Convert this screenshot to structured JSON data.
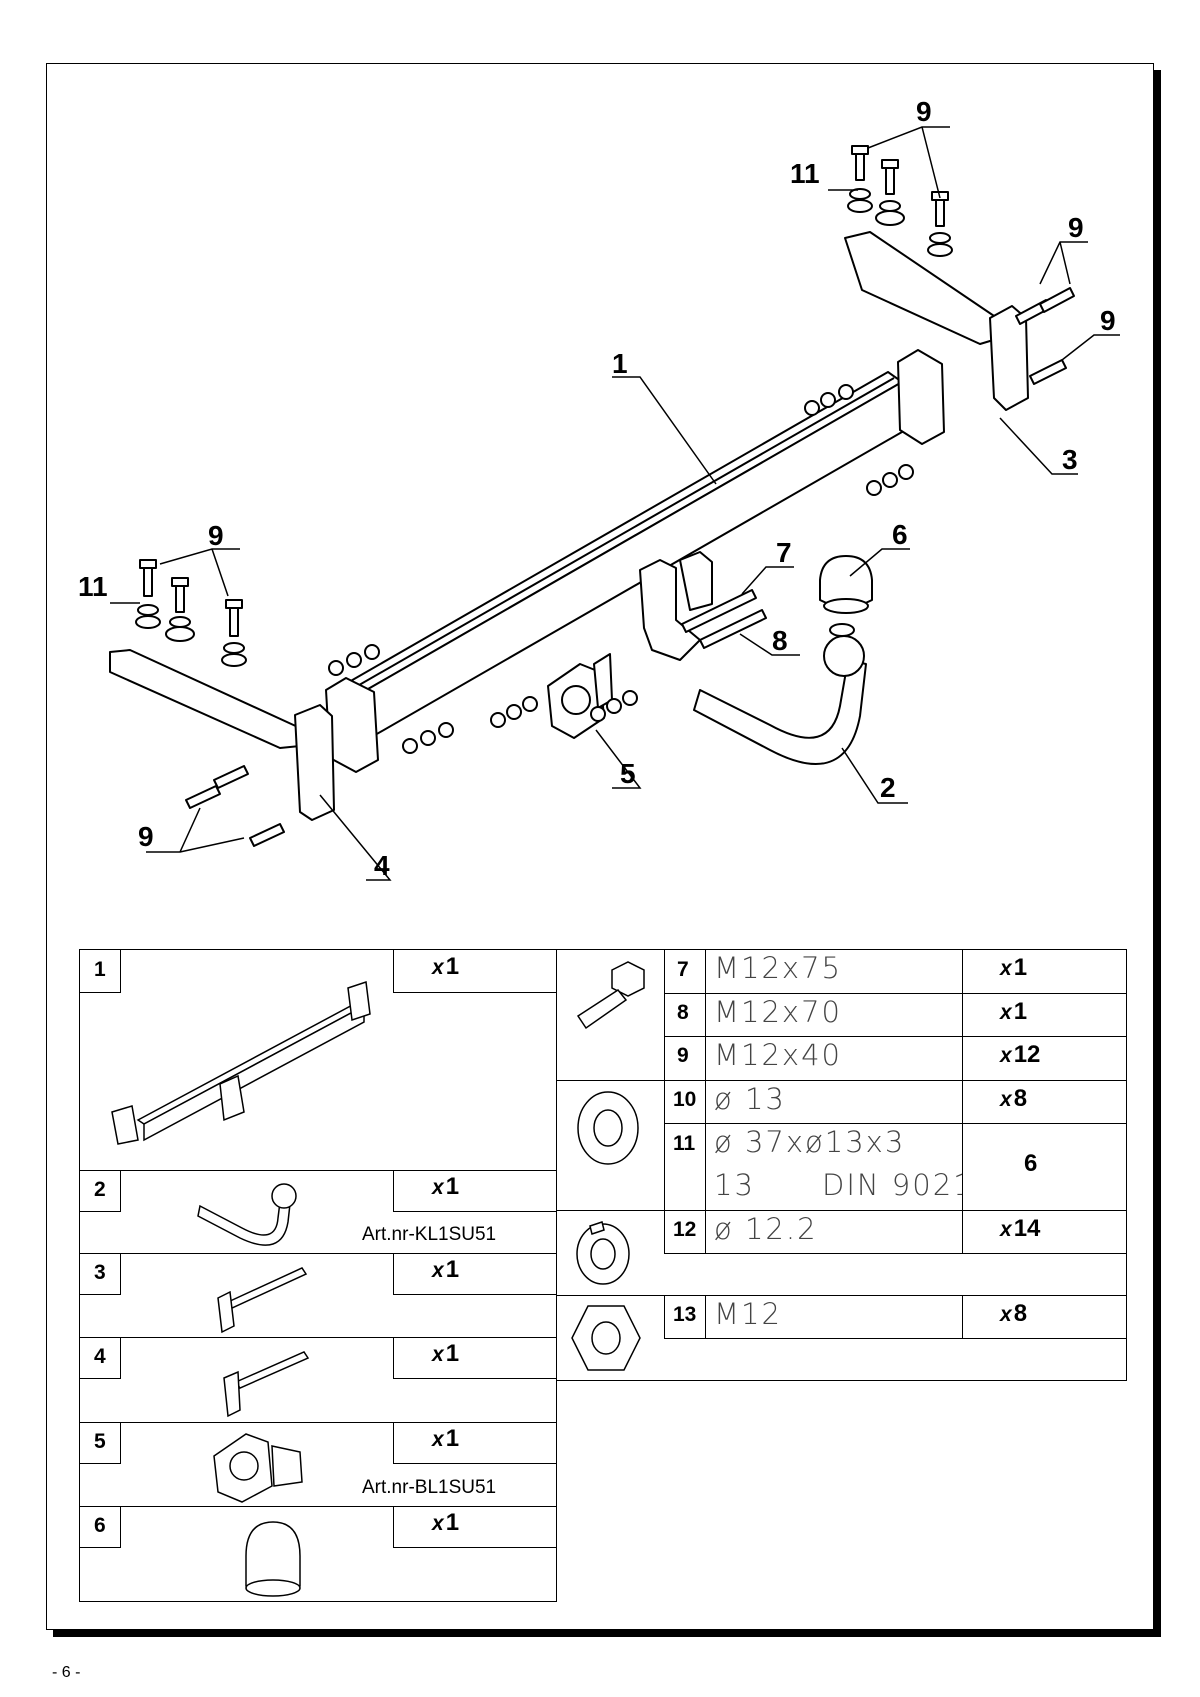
{
  "page_label": "- 6 -",
  "callouts": [
    "1",
    "2",
    "3",
    "4",
    "5",
    "6",
    "7",
    "8",
    "9",
    "9",
    "9",
    "9",
    "9",
    "11",
    "11"
  ],
  "parts_left": [
    {
      "num": "1",
      "qty_prefix": "x",
      "qty": "1",
      "art": ""
    },
    {
      "num": "2",
      "qty_prefix": "x",
      "qty": "1",
      "art": "Art.nr-KL1SU51"
    },
    {
      "num": "3",
      "qty_prefix": "x",
      "qty": "1",
      "art": ""
    },
    {
      "num": "4",
      "qty_prefix": "x",
      "qty": "1",
      "art": ""
    },
    {
      "num": "5",
      "qty_prefix": "x",
      "qty": "1",
      "art": "Art.nr-BL1SU51"
    },
    {
      "num": "6",
      "qty_prefix": "x",
      "qty": "1",
      "art": ""
    }
  ],
  "parts_right": [
    {
      "num": "7",
      "spec": "M12x75",
      "qty_prefix": "x",
      "qty": "1"
    },
    {
      "num": "8",
      "spec": "M12x70",
      "qty_prefix": "x",
      "qty": "1"
    },
    {
      "num": "9",
      "spec": "M12x40",
      "qty_prefix": "x",
      "qty": "12"
    },
    {
      "num": "10",
      "spec": "ø 13",
      "qty_prefix": "x",
      "qty": "8"
    },
    {
      "num": "11",
      "spec": "ø 37xø13x3",
      "spec2": "13",
      "spec3": "DIN 9021",
      "qty_prefix": "",
      "qty": "6"
    },
    {
      "num": "12",
      "spec": "ø 12.2",
      "qty_prefix": "x",
      "qty": "14"
    },
    {
      "num": "13",
      "spec": "M12",
      "qty_prefix": "x",
      "qty": "8"
    }
  ],
  "icons": [
    "bolt-icon",
    "washer-icon",
    "spring-washer-icon",
    "nut-icon",
    "crossbar-icon",
    "tow-ball-icon",
    "bracket-icon",
    "socket-plate-icon",
    "ball-cap-icon"
  ]
}
